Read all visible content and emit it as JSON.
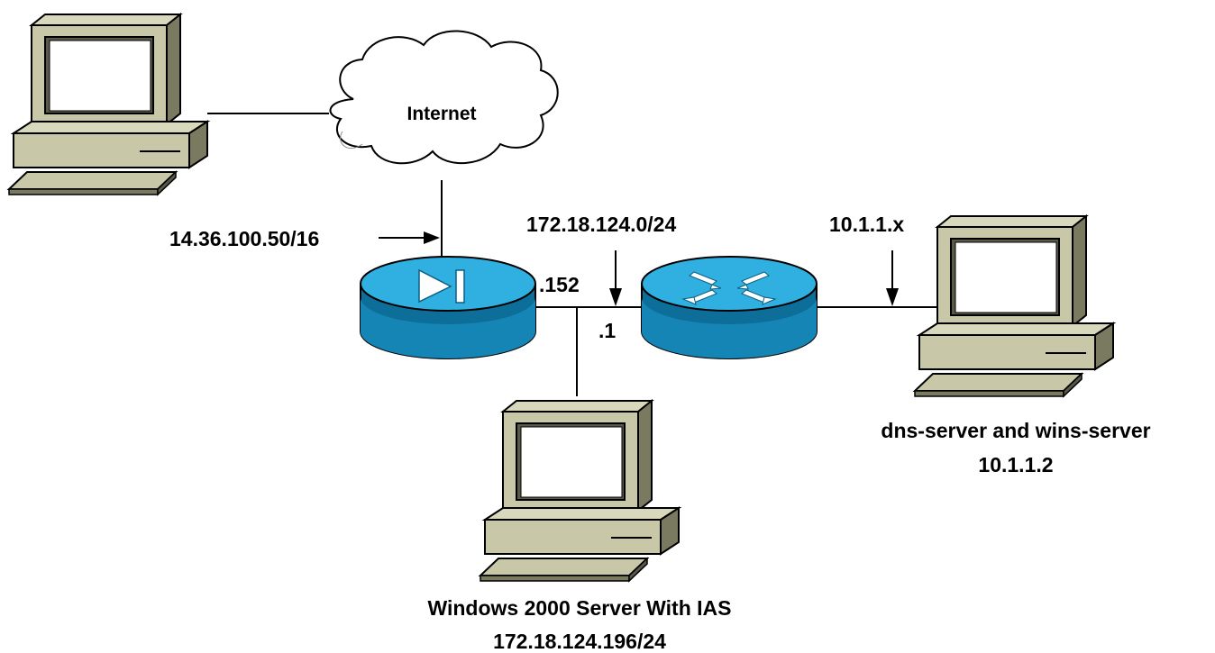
{
  "labels": {
    "internet": "Internet",
    "pix_outside_ip": "14.36.100.50/16",
    "inside_network": "172.18.124.0/24",
    "pix_inside_host": ".152",
    "router_host": ".1",
    "remote_network": "10.1.1.x",
    "dns_server_name": "dns-server and wins-server",
    "dns_server_ip": "10.1.1.2",
    "ias_server_name": "Windows 2000 Server With IAS",
    "ias_server_ip": "172.18.124.196/24"
  },
  "colors": {
    "device_blue": "#1f97c7",
    "device_top": "#2fb0e0",
    "device_dark": "#0b5f85",
    "pc_gray": "#c8c8a8",
    "pc_dark": "#7a7a60",
    "line": "#000000",
    "screen": "#ffffff"
  },
  "icons": {
    "remote_pc": "desktop-computer-icon",
    "internet": "cloud-icon",
    "pix": "pix-firewall-icon",
    "router": "router-icon",
    "dns_server": "desktop-computer-icon",
    "ias_server": "desktop-computer-icon"
  }
}
